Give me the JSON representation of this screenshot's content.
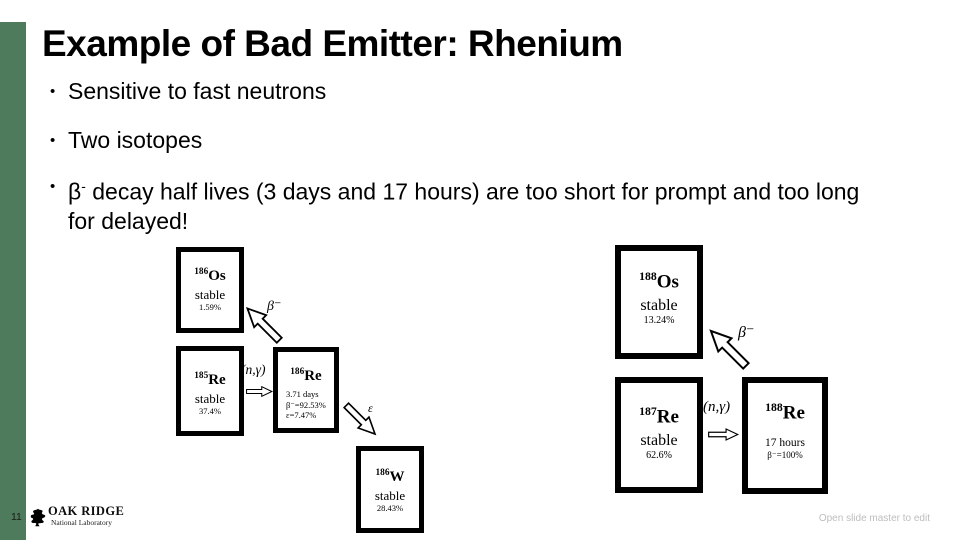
{
  "colors": {
    "accent_green": "#4d7b5c",
    "note_gray": "#bdbdbd"
  },
  "title": "Example of Bad Emitter: Rhenium",
  "bullets": {
    "marker": "•",
    "b1": "Sensitive to fast neutrons",
    "b2": "Two isotopes",
    "b3_base": "β",
    "b3_sup": "-",
    "b3_rest": " decay half lives (3 days and 17 hours) are too short for prompt and too long for delayed!"
  },
  "diagram_left": {
    "os186": {
      "mass": "186",
      "symbol": "Os",
      "status": "stable",
      "abundance": "1.59%"
    },
    "re185": {
      "mass": "185",
      "symbol": "Re",
      "status": "stable",
      "abundance": "37.4%"
    },
    "re186": {
      "mass": "186",
      "symbol": "Re",
      "line1": "3.71 days",
      "line2": "β⁻=92.53%",
      "line3": "ε=7.47%"
    },
    "w186": {
      "mass": "186",
      "symbol": "W",
      "status": "stable",
      "abundance": "28.43%"
    },
    "beta_label": "β⁻",
    "ngamma_label": "(n,γ)",
    "epsilon_label": "ε"
  },
  "diagram_right": {
    "os188": {
      "mass": "188",
      "symbol": "Os",
      "status": "stable",
      "abundance": "13.24%"
    },
    "re187": {
      "mass": "187",
      "symbol": "Re",
      "status": "stable",
      "abundance": "62.6%"
    },
    "re188": {
      "mass": "188",
      "symbol": "Re",
      "line1": "17 hours",
      "line2": "β⁻=100%"
    },
    "beta_label": "β⁻",
    "ngamma_label": "(n,γ)"
  },
  "footer": {
    "page_number": "11",
    "logo_line1": "OAK RIDGE",
    "logo_line2": "National Laboratory",
    "note": "Open slide master to edit"
  }
}
